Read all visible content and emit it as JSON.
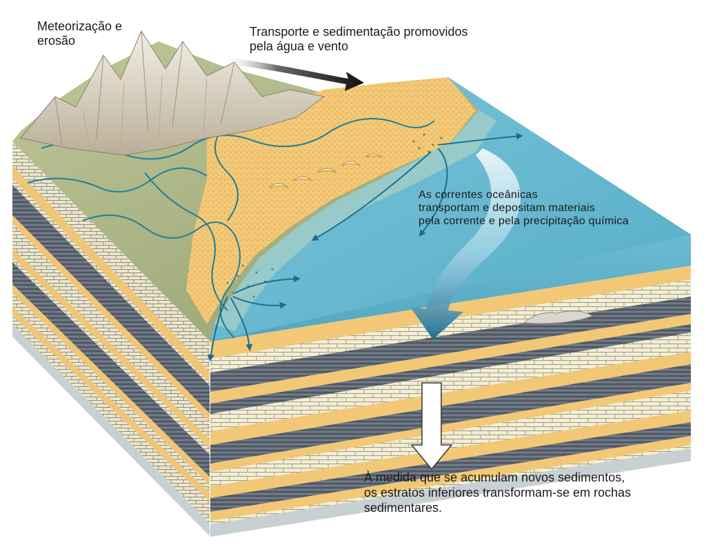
{
  "diagram": {
    "labels": {
      "weathering": "Meteorização e\nerosão",
      "transport": "Transporte e sedimentação promovidos\npela água e vento",
      "currents": "As correntes oceânicas\ntransportam e depositam materiais\npela corrente e pela precipitação química",
      "burial": "À medida que se acumulam novos sedimentos,\nos estratos inferiores transformam-se em rochas\nsedimentares."
    },
    "colors": {
      "sea_top": "#5fb3cc",
      "sea_side": "#4aa7c4",
      "sand": "#f2c774",
      "land": "#a6b27c",
      "mountain": "#d8d2c2",
      "limestone": "#f5efd2",
      "shale": "#5b6470",
      "river": "#1d7f9a",
      "arrow": "#1b6f8e"
    }
  }
}
